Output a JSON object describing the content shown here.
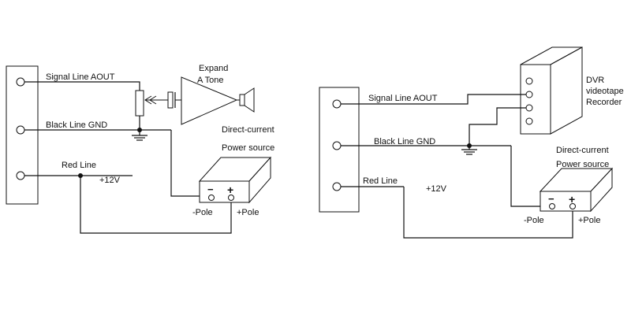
{
  "left": {
    "signal_label": "Signal Line  AOUT",
    "ground_label": "Black Line GND",
    "red_label": "Red Line",
    "voltage_label": "+12V",
    "amplifier_label_1": "Expand",
    "amplifier_label_2": "A Tone",
    "power_label_1": "Direct-current",
    "power_label_2": "Power source",
    "minus_symbol": "−",
    "plus_symbol": "+",
    "neg_pole_label": "-Pole",
    "pos_pole_label": "+Pole"
  },
  "right": {
    "signal_label": "Signal Line  AOUT",
    "ground_label": "Black Line  GND",
    "red_label": "Red Line",
    "voltage_label": "+12V",
    "dvr_label_1": "DVR",
    "dvr_label_2": "videotape",
    "dvr_label_3": "Recorder",
    "power_label_1": "Direct-current",
    "power_label_2": "Power source",
    "minus_symbol": "−",
    "plus_symbol": "+",
    "neg_pole_label": "-Pole",
    "pos_pole_label": "+Pole"
  }
}
